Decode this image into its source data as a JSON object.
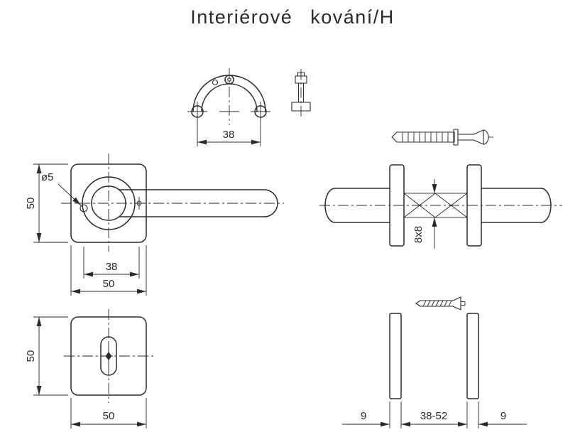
{
  "title": "Interiérové kování/H",
  "line_color": "#2a2a2a",
  "dims": {
    "template_span": "38",
    "handle_height": "50",
    "hole_dia": "ø5",
    "hole_spacing": "38",
    "handle_width": "50",
    "spindle": "8x8",
    "esc_height": "50",
    "esc_width": "50",
    "rosette_left": "9",
    "door_range": "38-52",
    "rosette_right": "9"
  }
}
